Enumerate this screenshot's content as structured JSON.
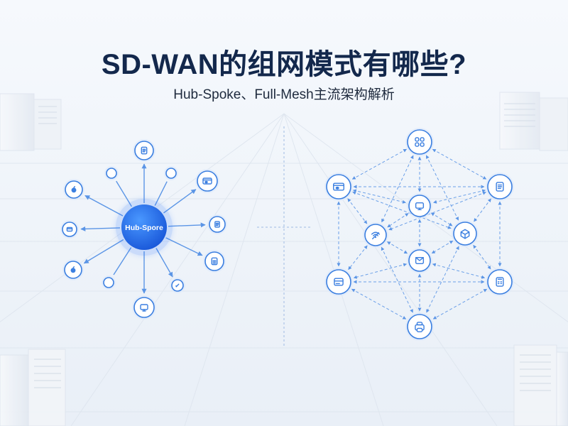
{
  "title": "SD-WAN的组网模式有哪些?",
  "subtitle": "Hub-Spoke、Full-Mesh主流架构解析",
  "colors": {
    "accent": "#1f6fe5",
    "line": "#4f8fe8",
    "node_border": "#3b7fe0",
    "title": "#13284c"
  },
  "hub_spoke": {
    "hub_label": "Hub-Spore",
    "spokes": [
      {
        "icon": "document-icon"
      },
      {
        "icon": "browser-window-icon"
      },
      {
        "icon": "page-icon"
      },
      {
        "icon": "file-stack-icon"
      },
      {
        "icon": "small-pencil-icon"
      },
      {
        "icon": "monitor-icon"
      },
      {
        "icon": "empty-node"
      },
      {
        "icon": "apple-icon"
      },
      {
        "icon": "card-icon"
      },
      {
        "icon": "apple-icon"
      },
      {
        "icon": "empty-node"
      },
      {
        "icon": "empty-node"
      }
    ]
  },
  "full_mesh": {
    "nodes": [
      {
        "icon": "grid-apps-icon"
      },
      {
        "icon": "browser-window-icon"
      },
      {
        "icon": "document-icon"
      },
      {
        "icon": "monitor-icon"
      },
      {
        "icon": "wifi-icon"
      },
      {
        "icon": "cube-icon"
      },
      {
        "icon": "envelope-icon"
      },
      {
        "icon": "window-icon"
      },
      {
        "icon": "calculator-icon"
      },
      {
        "icon": "printer-icon"
      }
    ]
  }
}
